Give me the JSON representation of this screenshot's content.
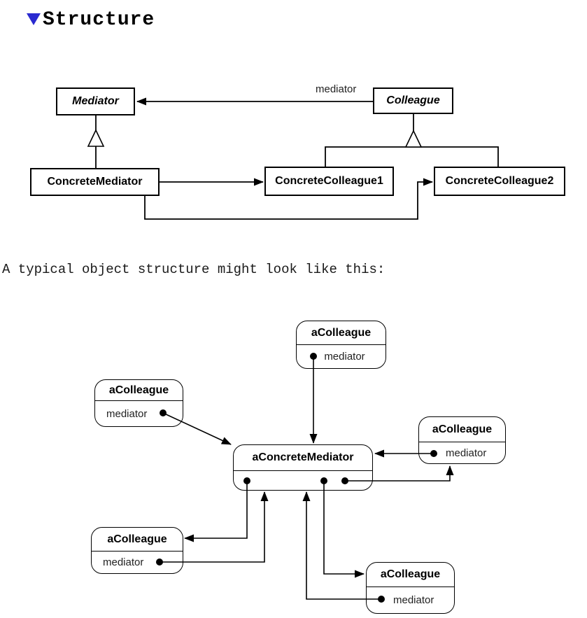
{
  "heading": {
    "title": "Structure"
  },
  "intro_text": "A typical object structure might look like this:",
  "colors": {
    "toggle_blue": "#2a2ad0",
    "diagram_ink": "#000000",
    "background": "#ffffff"
  },
  "class_diagram": {
    "mediator": "Mediator",
    "colleague": "Colleague",
    "concrete_mediator": "ConcreteMediator",
    "concrete_colleague1": "ConcreteColleague1",
    "concrete_colleague2": "ConcreteColleague2",
    "association_label": "mediator",
    "relations": [
      "Colleague -> Mediator (association labelled 'mediator')",
      "ConcreteMediator --|> Mediator (inheritance)",
      "ConcreteColleague1 --|> Colleague (inheritance)",
      "ConcreteColleague2 --|> Colleague (inheritance)",
      "ConcreteMediator -> ConcreteColleague1 (association)",
      "ConcreteMediator -> ConcreteColleague2 (association)"
    ]
  },
  "object_diagram": {
    "mediator_title": "aConcreteMediator",
    "colleague_title": "aColleague",
    "field_label": "mediator",
    "links": [
      "aColleague(top).mediator -> aConcreteMediator",
      "aColleague(left).mediator -> aConcreteMediator",
      "aColleague(right).mediator -> aConcreteMediator",
      "aConcreteMediator -> aColleague(bottom-left)",
      "aConcreteMediator -> aColleague(bottom-right)",
      "aConcreteMediator -> aColleague(right)",
      "aColleague(bottom-left).mediator -> aConcreteMediator",
      "aColleague(bottom-right).mediator -> aConcreteMediator"
    ]
  }
}
